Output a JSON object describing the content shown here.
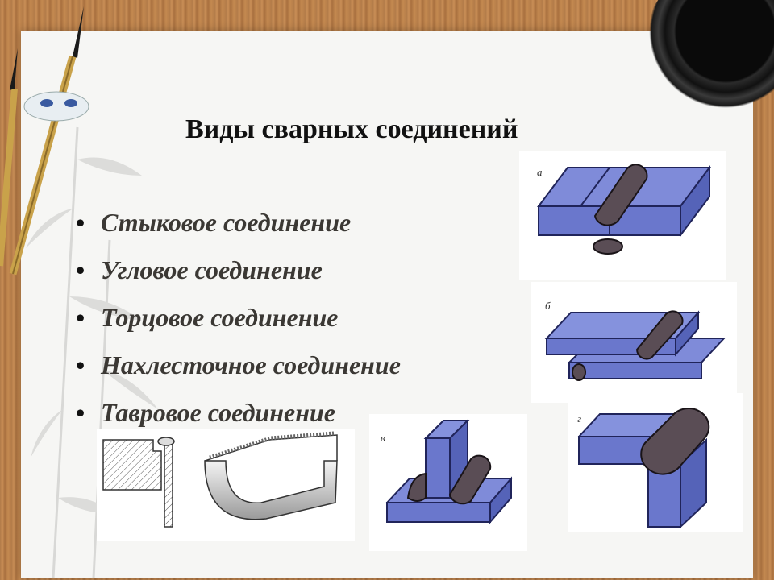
{
  "slide": {
    "title": "Виды сварных соединений",
    "bullet_glyph": "•",
    "items": [
      "Стыковое соединение",
      "Угловое соединение",
      "Торцовое соединение",
      "Нахлесточное соединение",
      "Тавровое соединение"
    ]
  },
  "figures": {
    "a": "а",
    "b": "б",
    "v": "в",
    "g": "г"
  },
  "colors": {
    "plate": "#7f8bd9",
    "plate_edge": "#20245a",
    "weld": "#4a3f45",
    "wood": "#c48950"
  }
}
